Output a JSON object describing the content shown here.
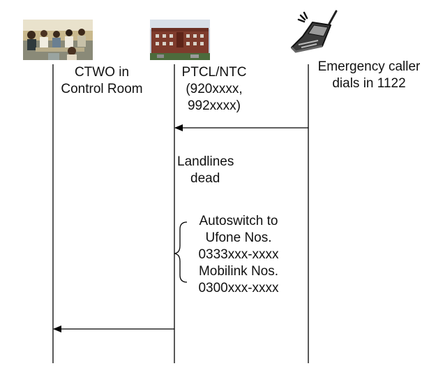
{
  "actors": [
    {
      "id": "ctwo",
      "line1": "CTWO in",
      "line2": "Control Room",
      "image": "control-room-photo"
    },
    {
      "id": "ptcl",
      "line1": "PTCL/NTC",
      "line2": "(920xxxx,",
      "line3": "992xxxx)",
      "image": "building-photo"
    },
    {
      "id": "caller",
      "line1": "Emergency caller",
      "line2": "dials in 1122",
      "image": "mobile-phone-icon"
    }
  ],
  "notes": {
    "landlines": {
      "line1": "Landlines",
      "line2": "dead"
    },
    "autoswitch": {
      "line1": "Autoswitch to",
      "line2": "Ufone Nos.",
      "line3": "0333xxx-xxxx",
      "line4": "Mobilink Nos.",
      "line5": "0300xxx-xxxx"
    }
  },
  "messages": [
    {
      "from": "caller",
      "to": "ptcl"
    },
    {
      "from": "ptcl",
      "to": "ctwo"
    }
  ]
}
